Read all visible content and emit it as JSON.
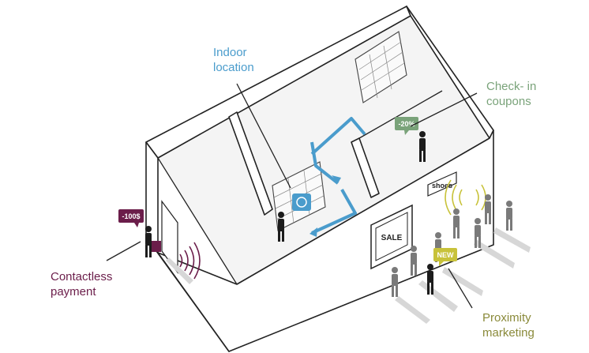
{
  "callouts": {
    "indoor_location": {
      "line1": "Indoor",
      "line2": "location"
    },
    "check_in_coupons": {
      "line1": "Check- in",
      "line2": "coupons"
    },
    "contactless_payment": {
      "line1": "Contactless",
      "line2": "payment"
    },
    "proximity_marketing": {
      "line1": "Proximity",
      "line2": "marketing"
    }
  },
  "tags": {
    "payment": "-100$",
    "coupon": "-20%",
    "new": "NEW"
  },
  "signs": {
    "sale": "SALE",
    "shoes": "shoes"
  },
  "colors": {
    "indoor": "#4a9ccc",
    "checkin": "#7aa37a",
    "payment": "#6b1d4a",
    "proximity": "#8a8a3a",
    "new_tag": "#c8c23a",
    "wave_payment": "#6b1d4a",
    "wave_proximity": "#c8c23a"
  }
}
